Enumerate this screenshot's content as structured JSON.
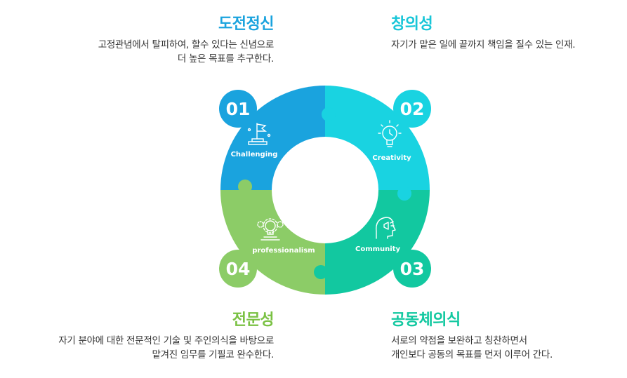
{
  "items": [
    {
      "num": "01",
      "title": "도전정신",
      "label": "Challenging",
      "desc1": "고정관념에서 탈피하여, 할수 있다는 신념으로",
      "desc2": "더 높은 목표를 추구한다."
    },
    {
      "num": "02",
      "title": "창의성",
      "label": "Creativity",
      "desc1": "자기가 맡은 일에 끝까지 책임을 질수 있는 인재.",
      "desc2": ""
    },
    {
      "num": "03",
      "title": "공동체의식",
      "label": "Community",
      "desc1": "서로의 약점을 보완하고 칭찬하면서",
      "desc2": "개인보다 공동의 목표를 먼저 이루어 간다."
    },
    {
      "num": "04",
      "title": "전문성",
      "label": "professionalism",
      "desc1": "자기 분야에 대한 전문적인 기술 및 주인의식을 바탕으로",
      "desc2": "맡겨진 임무를 기필코 완수한다."
    }
  ],
  "colors": {
    "challenging": "#1aa3de",
    "creativity": "#19d3e1",
    "community": "#12c8a0",
    "professionalism": "#8ccc67"
  }
}
